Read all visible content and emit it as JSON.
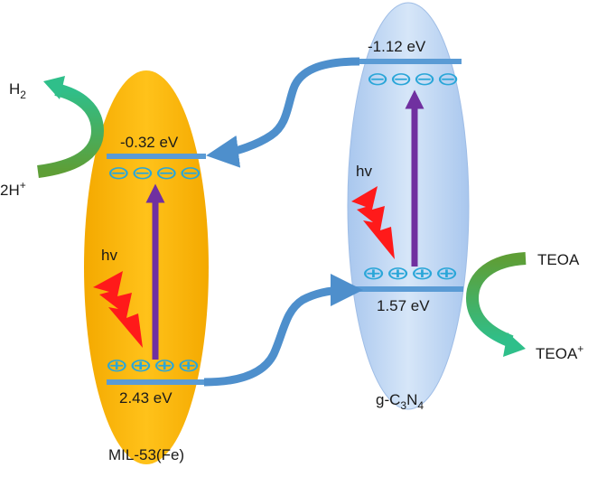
{
  "colors": {
    "mil_fill": "#f7b400",
    "gcn_fill": "#b9d3f1",
    "band_line": "#5a9bd5",
    "arrow_blue": "#4e8fcc",
    "arrow_purple": "#7030a0",
    "carrier": "#2aa6d8",
    "bolt": "#ff1a1a",
    "curve_green": "#3fa85a"
  },
  "mil": {
    "name": "MIL-53(Fe)",
    "cb": "-0.32 eV",
    "vb": "2.43 eV",
    "hv": "hv",
    "electrons": "⊖⊖⊖⊖",
    "holes": "⊕⊕⊕⊕"
  },
  "gcn": {
    "name_main": "g-C",
    "name_sub1": "3",
    "name_mid": "N",
    "name_sub2": "4",
    "cb": "-1.12 eV",
    "vb": "1.57 eV",
    "hv": "hv",
    "electrons": "⊖⊖⊖⊖",
    "holes": "⊕⊕⊕⊕"
  },
  "reactions": {
    "h2": "H",
    "h2_sub": "2",
    "h_plus": "2H",
    "h_plus_sup": "+",
    "teoa": "TEOA",
    "teoa_plus": "TEOA",
    "teoa_plus_sup": "+"
  }
}
